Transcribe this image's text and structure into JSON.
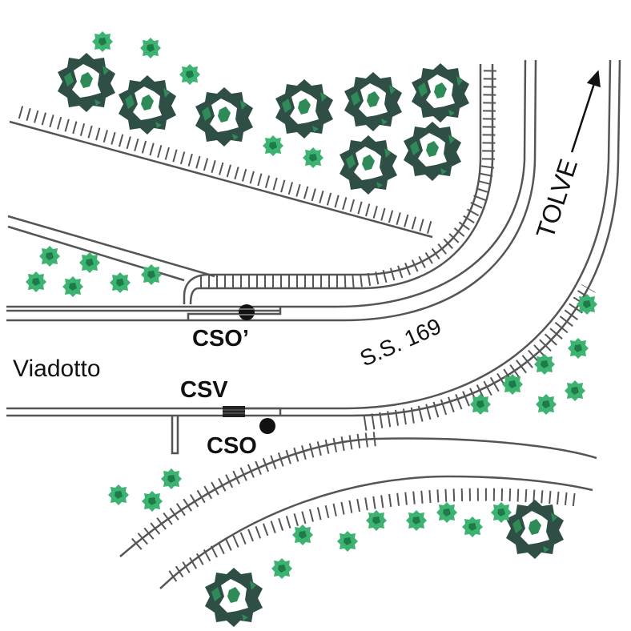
{
  "labels": {
    "viaduct": "Viadotto",
    "road": "S.S. 169",
    "direction": "TOLVE",
    "cso_prime": "CSO’",
    "csv": "CSV",
    "cso": "CSO"
  },
  "colors": {
    "road_line": "#555555",
    "tree_dark": "#2f4f46",
    "tree_green": "#2e8b57",
    "shrub_light": "#3cb371",
    "marker": "#111111"
  },
  "icons": {
    "direction_arrow": "arrow-right-icon",
    "large_tree": "tree-cluster-icon",
    "small_shrub": "shrub-icon"
  }
}
